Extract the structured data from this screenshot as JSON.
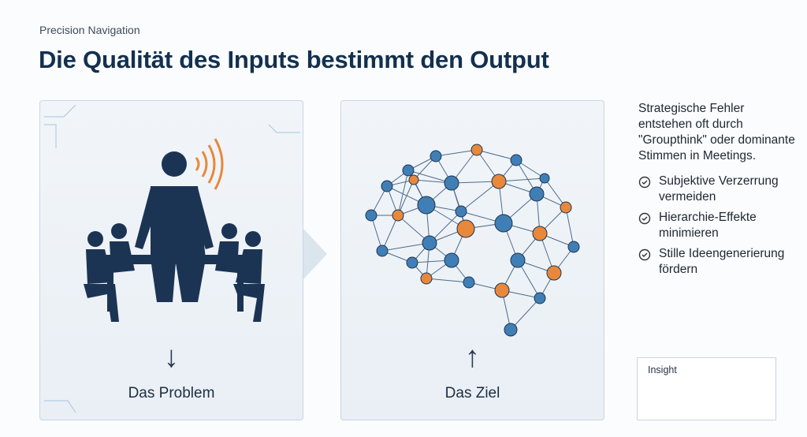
{
  "header": {
    "kicker": "Precision Navigation",
    "title": "Die Qualität des Inputs bestimmt den Output"
  },
  "panels": [
    {
      "label": "Das Problem",
      "arrow": "↓",
      "icon": "meeting-dominant-speaker-icon"
    },
    {
      "label": "Das Ziel",
      "arrow": "↑",
      "icon": "brain-network-icon"
    }
  ],
  "side": {
    "intro": "Strategische Fehler entstehen oft durch \"Groupthink\" oder dominante Stimmen in Meetings.",
    "items": [
      "Subjektive Verzerrung vermeiden",
      "Hierarchie-Effekte minimieren",
      "Stille Ideengenerierung fördern"
    ]
  },
  "insight": {
    "label": "Insight"
  },
  "colors": {
    "navy": "#13304f",
    "orange": "#e8883a",
    "blue": "#3f7fb5"
  }
}
